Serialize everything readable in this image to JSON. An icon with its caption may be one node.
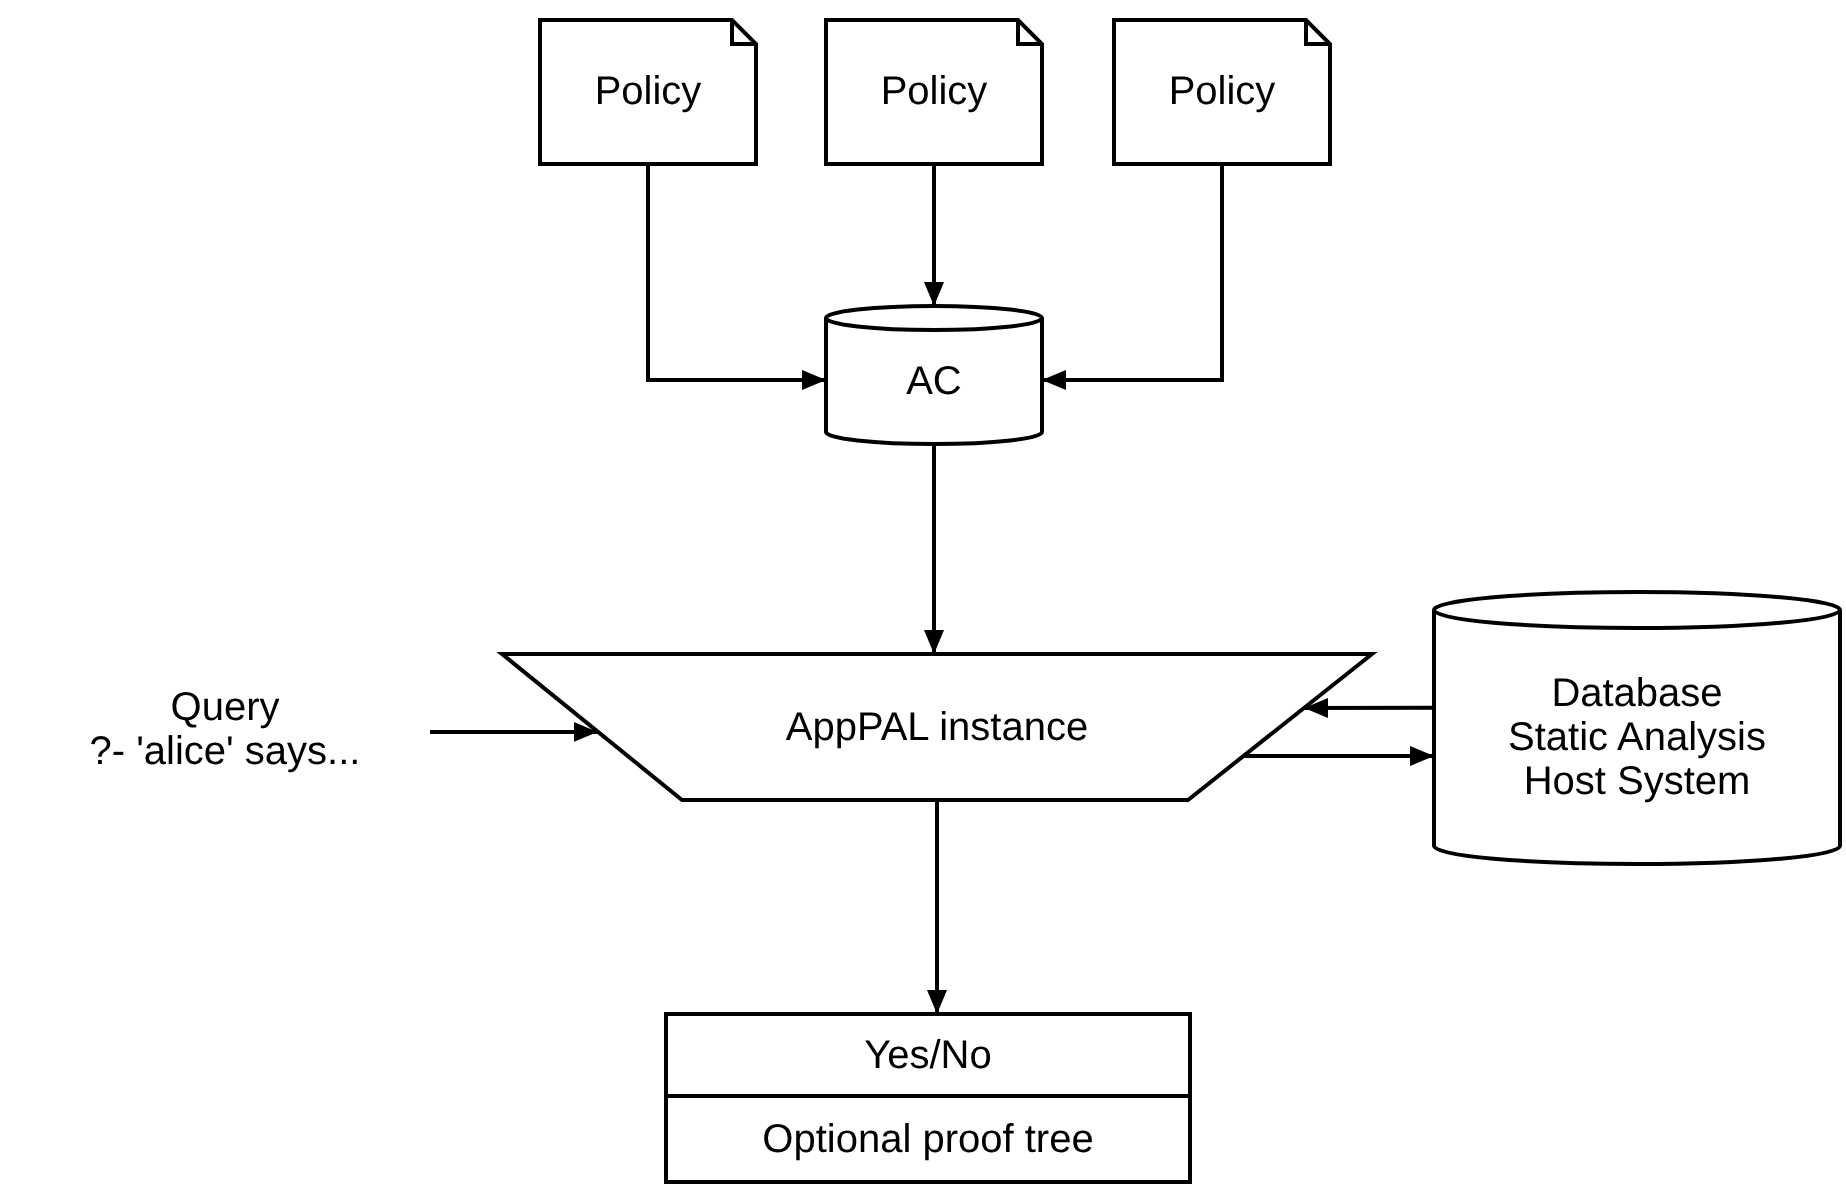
{
  "diagram": {
    "nodes": [
      {
        "text": [
          "Policy"
        ]
      },
      {
        "text": [
          "Policy"
        ]
      },
      {
        "text": [
          "Policy"
        ]
      },
      {
        "text": [
          "AC"
        ]
      },
      {
        "text": [
          "AppPAL instance"
        ]
      },
      {
        "text": [
          "Query",
          "?- 'alice' says..."
        ]
      },
      {
        "text": [
          "Database",
          "Static Analysis",
          "Host System"
        ]
      },
      {
        "text": [
          "Yes/No",
          "Optional proof tree"
        ]
      }
    ],
    "edges": [
      {
        "from": 0,
        "to": 3,
        "arrow": "to"
      },
      {
        "from": 1,
        "to": 3,
        "arrow": "to"
      },
      {
        "from": 2,
        "to": 3,
        "arrow": "to"
      },
      {
        "from": 3,
        "to": 4,
        "arrow": "to"
      },
      {
        "from": 5,
        "to": 4,
        "arrow": "to"
      },
      {
        "from": 6,
        "to": 4,
        "arrow": "to"
      },
      {
        "from": 4,
        "to": 6,
        "arrow": "to"
      },
      {
        "from": 4,
        "to": 7,
        "arrow": "to"
      }
    ]
  }
}
